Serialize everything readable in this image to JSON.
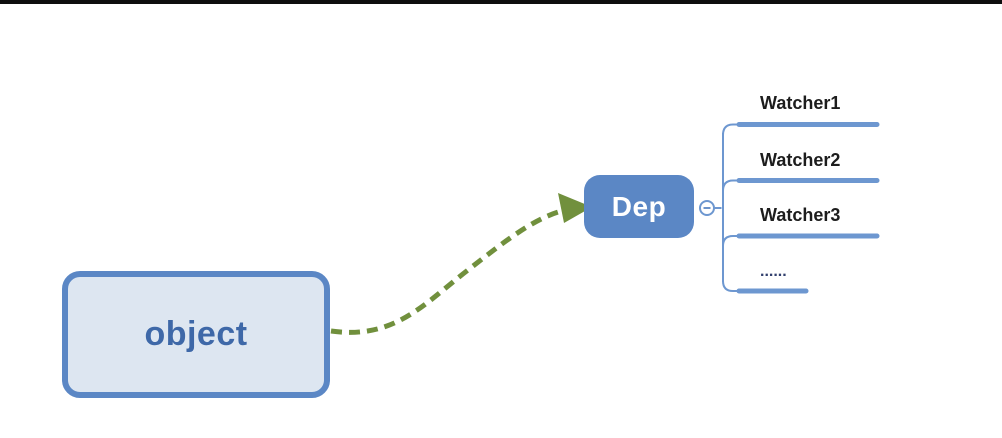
{
  "diagram": {
    "object_node": {
      "label": "object"
    },
    "dep_node": {
      "label": "Dep"
    },
    "collapse_toggle": {
      "icon": "minus-icon",
      "state": "expanded"
    },
    "relationship": {
      "style": "dashed-arrow",
      "from": "object",
      "to": "Dep"
    },
    "watchers": [
      {
        "label": "Watcher1"
      },
      {
        "label": "Watcher2"
      },
      {
        "label": "Watcher3"
      },
      {
        "label": "......"
      }
    ]
  },
  "colors": {
    "node_blue": "#5b87c5",
    "node_fill_light": "#dde6f1",
    "branch_blue": "#6d97d0",
    "object_text_blue": "#3e68a8",
    "arrow_olive": "#71903d",
    "watcher_text": "#1d1d1d",
    "top_edge_black": "#0e0e0e"
  }
}
